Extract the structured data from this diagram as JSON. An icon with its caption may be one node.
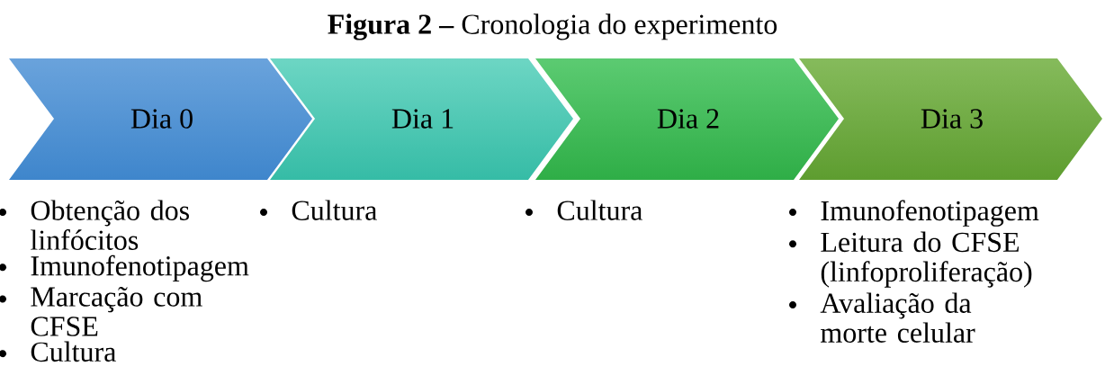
{
  "diagram": {
    "title": "**Figura 2 –** Cronologia do experimento",
    "nodes": [
      {
        "text": [
          "Dia 0"
        ],
        "beside": [
          "Obtenção dos linfócitos",
          "Imunofenotipagem",
          "Marcação com CFSE",
          "Cultura"
        ]
      },
      {
        "text": [
          "Dia 1"
        ],
        "beside": [
          "Cultura"
        ]
      },
      {
        "text": [
          "Dia 2"
        ],
        "beside": [
          "Cultura"
        ]
      },
      {
        "text": [
          "Dia 3"
        ],
        "beside": [
          "Imunofenotipagem",
          "Leitura do CFSE (linfoproliferação)",
          "Avaliação da morte celular"
        ]
      }
    ]
  }
}
